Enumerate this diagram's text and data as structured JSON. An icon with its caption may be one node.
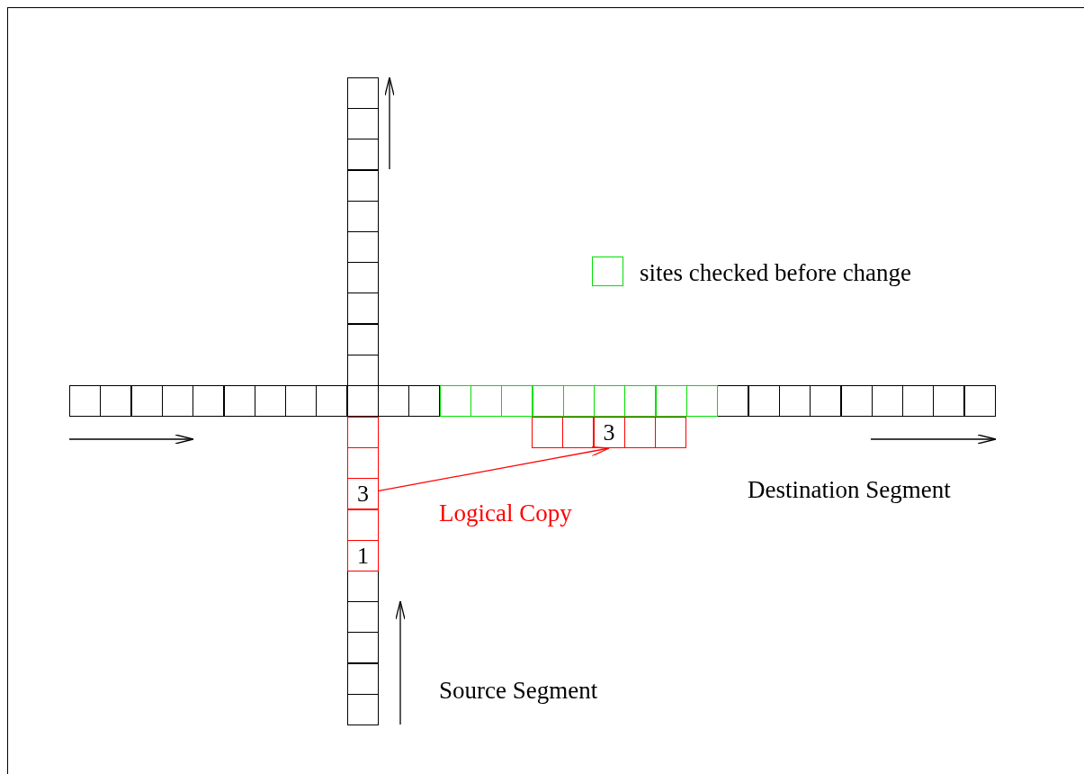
{
  "diagram": {
    "nodes": [
      {
        "text": [],
        "shape": "box"
      },
      {
        "text": [],
        "shape": "box"
      },
      {
        "text": [],
        "shape": "box"
      },
      {
        "text": [],
        "shape": "box"
      },
      {
        "text": [],
        "shape": "box"
      },
      {
        "text": [],
        "shape": "box"
      },
      {
        "text": [],
        "shape": "box"
      },
      {
        "text": [],
        "shape": "box"
      },
      {
        "text": [],
        "shape": "box"
      },
      {
        "text": [],
        "shape": "box"
      },
      {
        "text": [],
        "shape": "box"
      },
      {
        "text": [],
        "shape": "box"
      },
      {
        "text": [],
        "shape": "box"
      },
      {
        "text": [],
        "shape": "box"
      },
      {
        "text": [],
        "shape": "box"
      },
      {
        "text": [],
        "shape": "box"
      },
      {
        "text": [],
        "shape": "box"
      },
      {
        "text": [],
        "shape": "box"
      },
      {
        "text": [],
        "shape": "box"
      },
      {
        "text": [],
        "shape": "box"
      },
      {
        "text": [],
        "shape": "box"
      },
      {
        "text": [],
        "shape": "box"
      },
      {
        "text": [],
        "shape": "box"
      },
      {
        "text": [],
        "shape": "box"
      },
      {
        "text": [],
        "shape": "box"
      },
      {
        "text": [],
        "shape": "box"
      },
      {
        "text": [],
        "shape": "box"
      },
      {
        "text": [],
        "shape": "box"
      },
      {
        "text": [],
        "shape": "box"
      },
      {
        "text": [],
        "shape": "box"
      },
      {
        "text": [],
        "shape": "box"
      },
      {
        "text": [],
        "shape": "box"
      },
      {
        "text": [],
        "shape": "box"
      },
      {
        "text": [],
        "shape": "box"
      },
      {
        "text": [],
        "shape": "box"
      },
      {
        "text": [],
        "shape": "box"
      },
      {
        "text": [],
        "shape": "box"
      },
      {
        "text": [],
        "shape": "box"
      },
      {
        "text": [],
        "shape": "box"
      },
      {
        "text": [],
        "shape": "box"
      },
      {
        "text": [],
        "shape": "box"
      },
      {
        "text": [],
        "shape": "box"
      },
      {
        "text": [
          "3"
        ]
      },
      {
        "text": [],
        "shape": "box"
      },
      {
        "text": [
          "1"
        ]
      },
      {
        "text": [],
        "shape": "box"
      },
      {
        "text": [],
        "shape": "box"
      },
      {
        "text": [],
        "shape": "box"
      },
      {
        "text": [],
        "shape": "box"
      },
      {
        "text": [],
        "shape": "box"
      },
      {
        "text": [],
        "shape": "box"
      },
      {
        "text": [],
        "shape": "box"
      },
      {
        "text": [
          "3"
        ]
      },
      {
        "text": [],
        "shape": "box"
      },
      {
        "text": [],
        "shape": "box"
      }
    ],
    "edges": [
      {
        "from": 42,
        "to": 52,
        "arrow": "to",
        "label": "Logical Copy",
        "color": "#ff0000"
      }
    ],
    "labels": [
      "Destination Segment",
      "Source Segment"
    ],
    "legend": [
      {
        "text": "sites checked before change",
        "color": "#00e000"
      }
    ]
  }
}
